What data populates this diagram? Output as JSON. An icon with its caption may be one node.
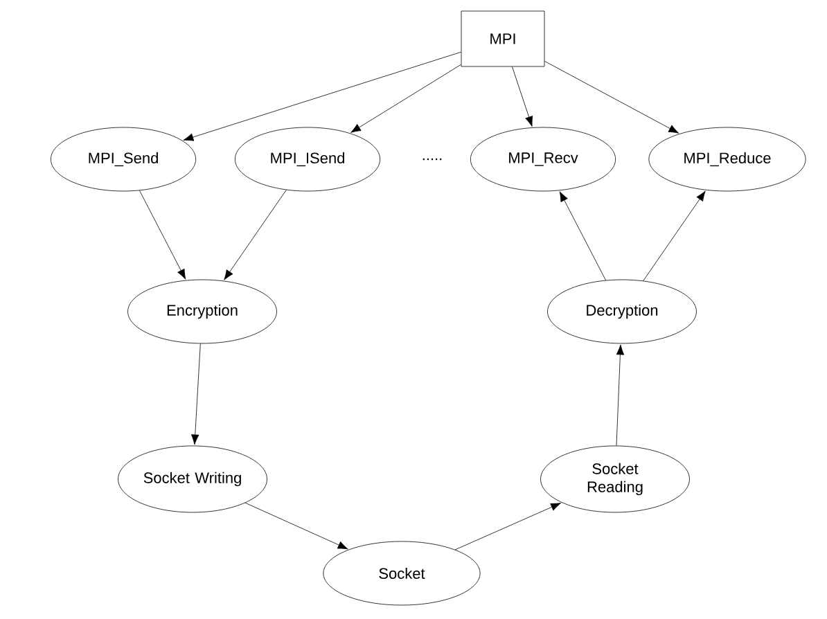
{
  "diagram": {
    "nodes": [
      {
        "text": [
          "MPI"
        ]
      },
      {
        "text": [
          "MPI_Send"
        ]
      },
      {
        "text": [
          "MPI_ISend"
        ]
      },
      {
        "text": [
          "MPI_Recv"
        ]
      },
      {
        "text": [
          "MPI_Reduce"
        ]
      },
      {
        "text": [
          "Encryption"
        ]
      },
      {
        "text": [
          "Decryption"
        ]
      },
      {
        "text": [
          "Socket Writing"
        ]
      },
      {
        "text": [
          "Socket Reading"
        ]
      },
      {
        "text": [
          "Socket"
        ]
      }
    ],
    "edges": [
      {
        "from": 0,
        "to": 1,
        "arrow": "to"
      },
      {
        "from": 0,
        "to": 2,
        "arrow": "to"
      },
      {
        "from": 0,
        "to": 3,
        "arrow": "to"
      },
      {
        "from": 0,
        "to": 4,
        "arrow": "to"
      },
      {
        "from": 1,
        "to": 5,
        "arrow": "to"
      },
      {
        "from": 2,
        "to": 5,
        "arrow": "to"
      },
      {
        "from": 5,
        "to": 7,
        "arrow": "to"
      },
      {
        "from": 7,
        "to": 9,
        "arrow": "to"
      },
      {
        "from": 9,
        "to": 8,
        "arrow": "to"
      },
      {
        "from": 8,
        "to": 6,
        "arrow": "to"
      },
      {
        "from": 6,
        "to": 3,
        "arrow": "to"
      },
      {
        "from": 6,
        "to": 4,
        "arrow": "to"
      }
    ],
    "labels": [
      "....."
    ]
  }
}
